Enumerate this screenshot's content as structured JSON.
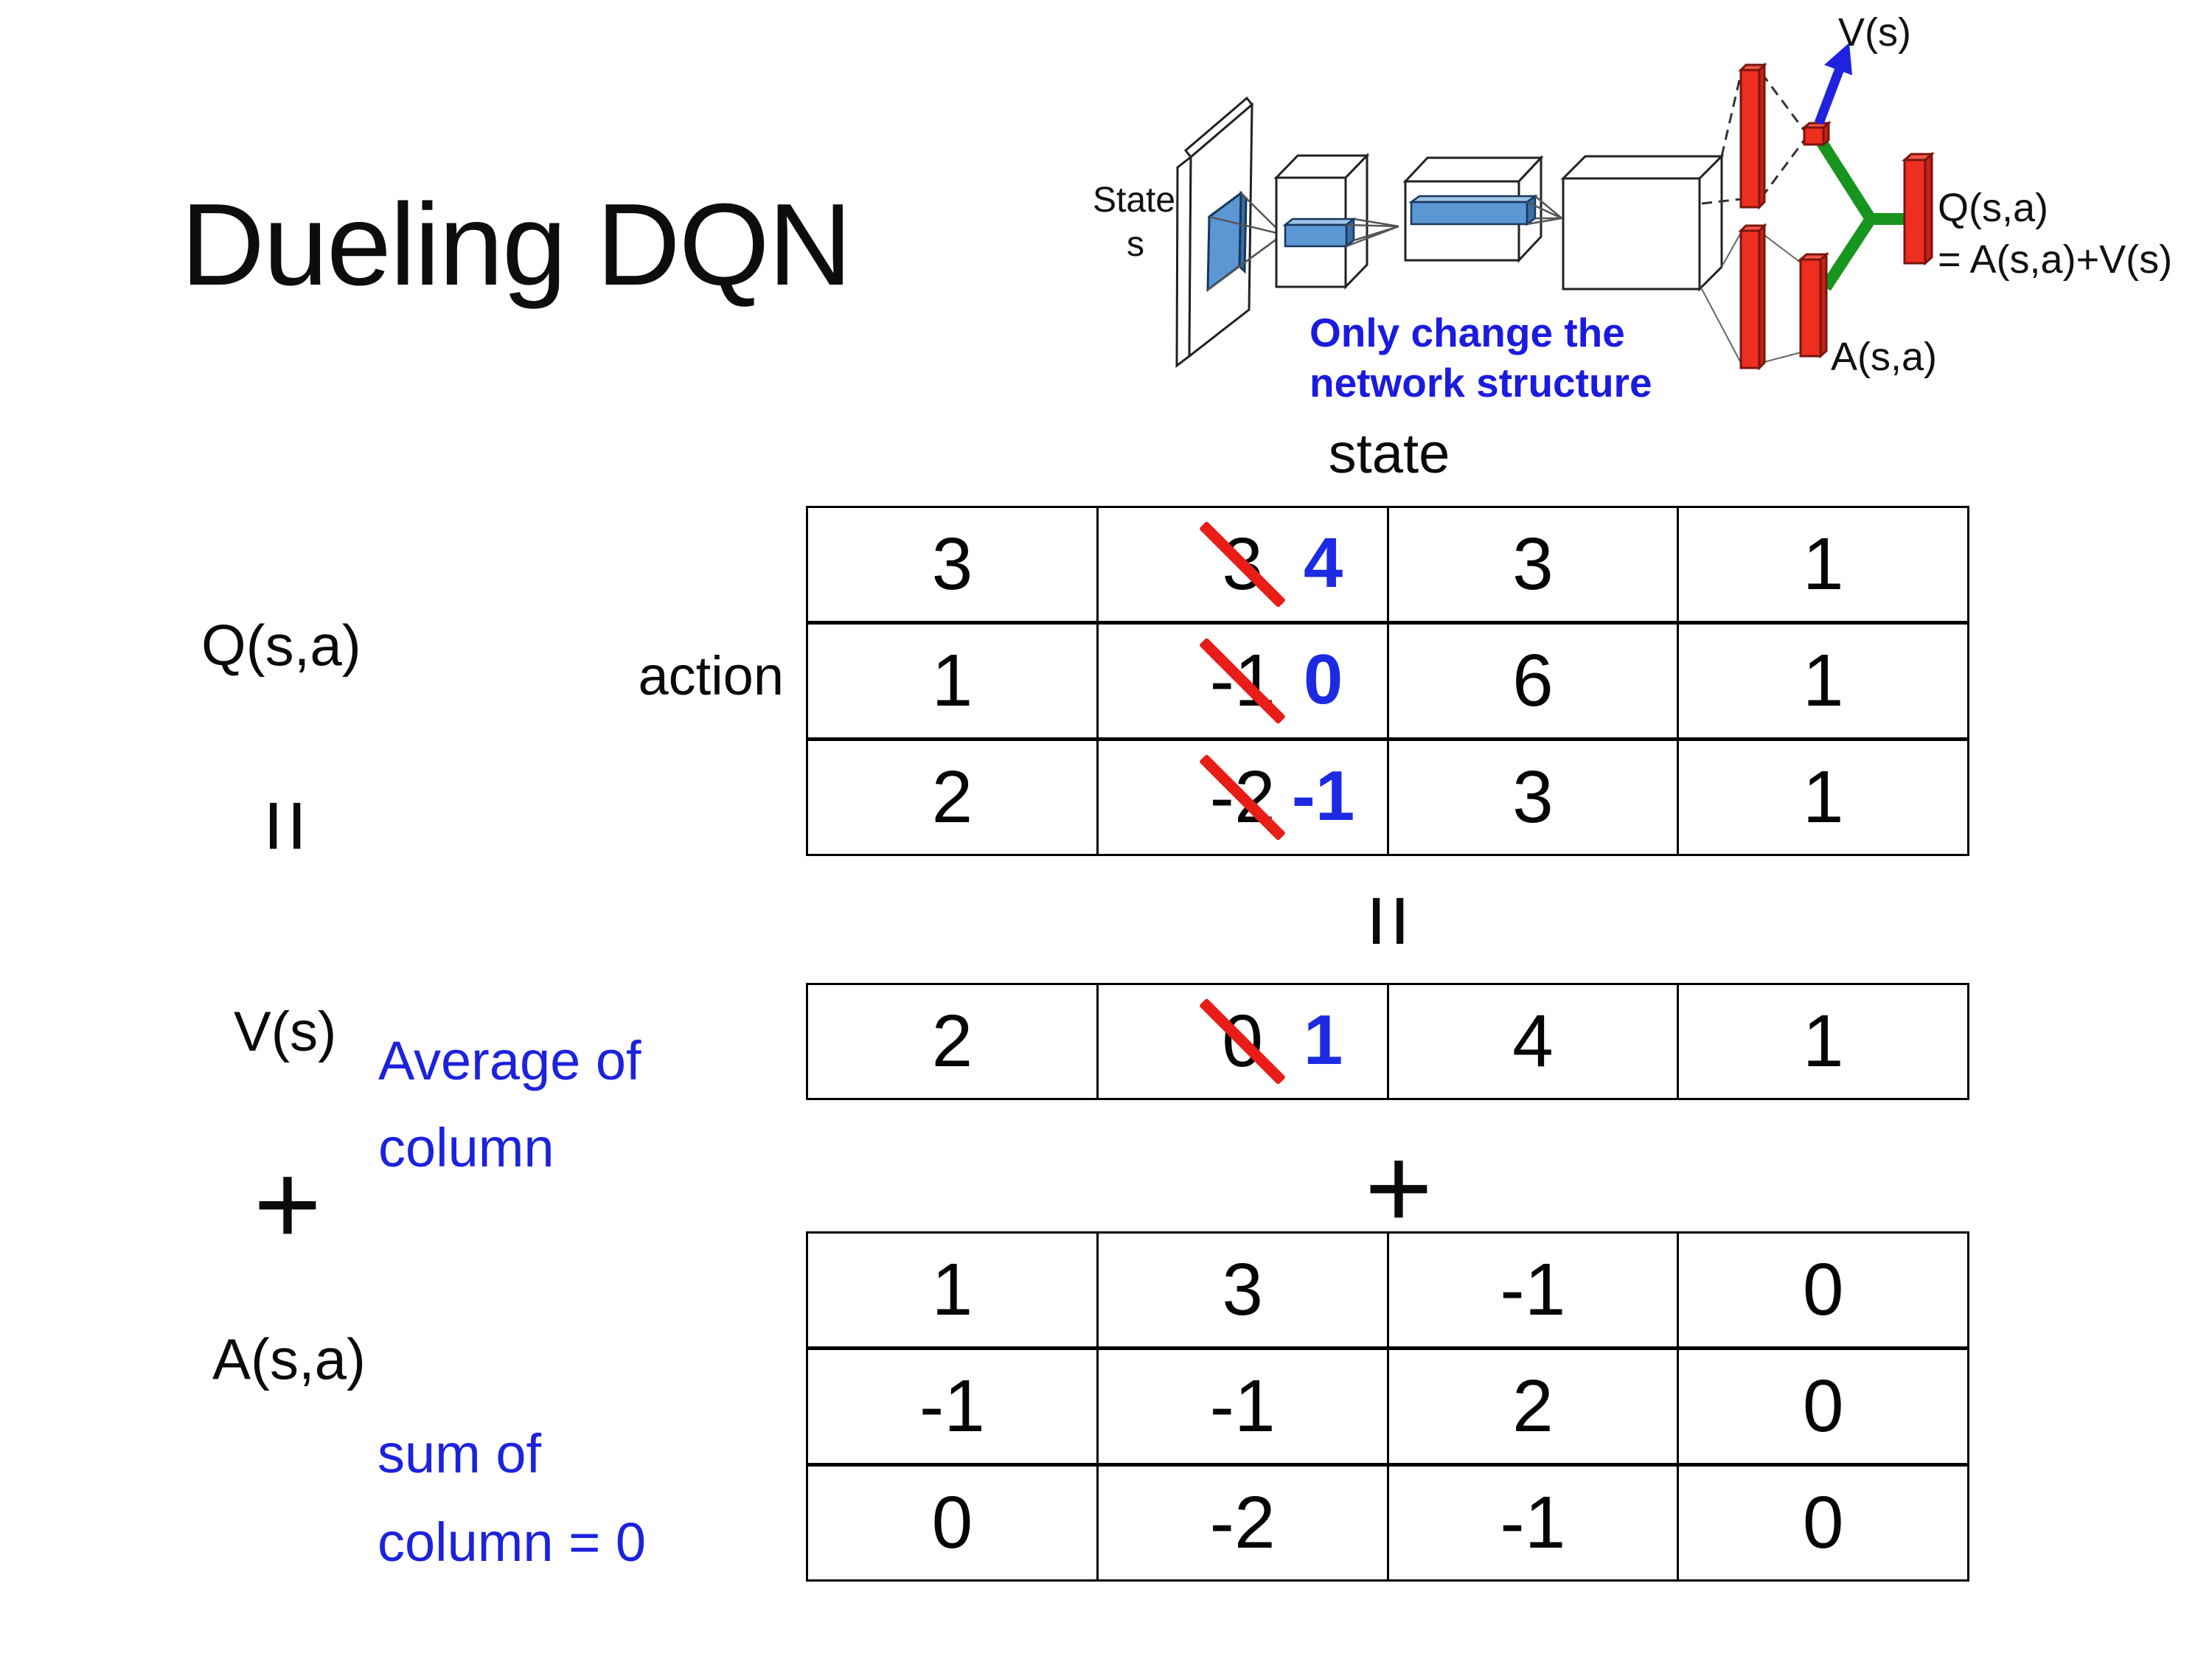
{
  "slide": {
    "title": "Dueling DQN"
  },
  "diagram": {
    "state_line1": "State",
    "state_line2": "s",
    "caption_line1": "Only change the",
    "caption_line2": "network structure",
    "v_out_label": "V(s)",
    "a_out_label": "A(s,a)",
    "q_out_line1": "Q(s,a)",
    "q_out_line2": "= A(s,a)+V(s)",
    "colors": {
      "bar_red": "#ee2e1f",
      "bar_red_edge": "#7a150d",
      "merge_green": "#17951f",
      "arrow_blue": "#2023dd",
      "caption_blue": "#1b1be0",
      "conv_blue": "#5b97d2",
      "conv_blue_light": "#9dc3e6",
      "conv_blue_dark": "#3a6ea5"
    }
  },
  "equation": {
    "q_term": "Q(s,a)",
    "equals_left": "=",
    "v_term": "V(s)",
    "plus_left": "+",
    "a_term": "A(s,a)",
    "avg_note_line1": "Average of",
    "avg_note_line2": "column",
    "sum_note_line1": "sum of",
    "sum_note_line2": "column = 0"
  },
  "table_labels": {
    "state": "state",
    "action": "action",
    "equals_center": "=",
    "plus_center": "+"
  },
  "colors": {
    "note_blue": "#1c22dd",
    "new_value_blue": "#1d2ae4",
    "strike_red": "#e81d17"
  },
  "q_table": {
    "rows": [
      {
        "cells": [
          {
            "value": "3"
          },
          {
            "value": "3",
            "new": "4"
          },
          {
            "value": "3"
          },
          {
            "value": "1"
          }
        ]
      },
      {
        "cells": [
          {
            "value": "1"
          },
          {
            "value": "-1",
            "new": "0"
          },
          {
            "value": "6"
          },
          {
            "value": "1"
          }
        ]
      },
      {
        "cells": [
          {
            "value": "2"
          },
          {
            "value": "-2",
            "new": "-1"
          },
          {
            "value": "3"
          },
          {
            "value": "1"
          }
        ]
      }
    ]
  },
  "v_table": {
    "rows": [
      {
        "cells": [
          {
            "value": "2"
          },
          {
            "value": "0",
            "new": "1"
          },
          {
            "value": "4"
          },
          {
            "value": "1"
          }
        ]
      }
    ]
  },
  "a_table": {
    "rows": [
      {
        "cells": [
          {
            "value": "1"
          },
          {
            "value": "3"
          },
          {
            "value": "-1"
          },
          {
            "value": "0"
          }
        ]
      },
      {
        "cells": [
          {
            "value": "-1"
          },
          {
            "value": "-1"
          },
          {
            "value": "2"
          },
          {
            "value": "0"
          }
        ]
      },
      {
        "cells": [
          {
            "value": "0"
          },
          {
            "value": "-2"
          },
          {
            "value": "-1"
          },
          {
            "value": "0"
          }
        ]
      }
    ]
  }
}
